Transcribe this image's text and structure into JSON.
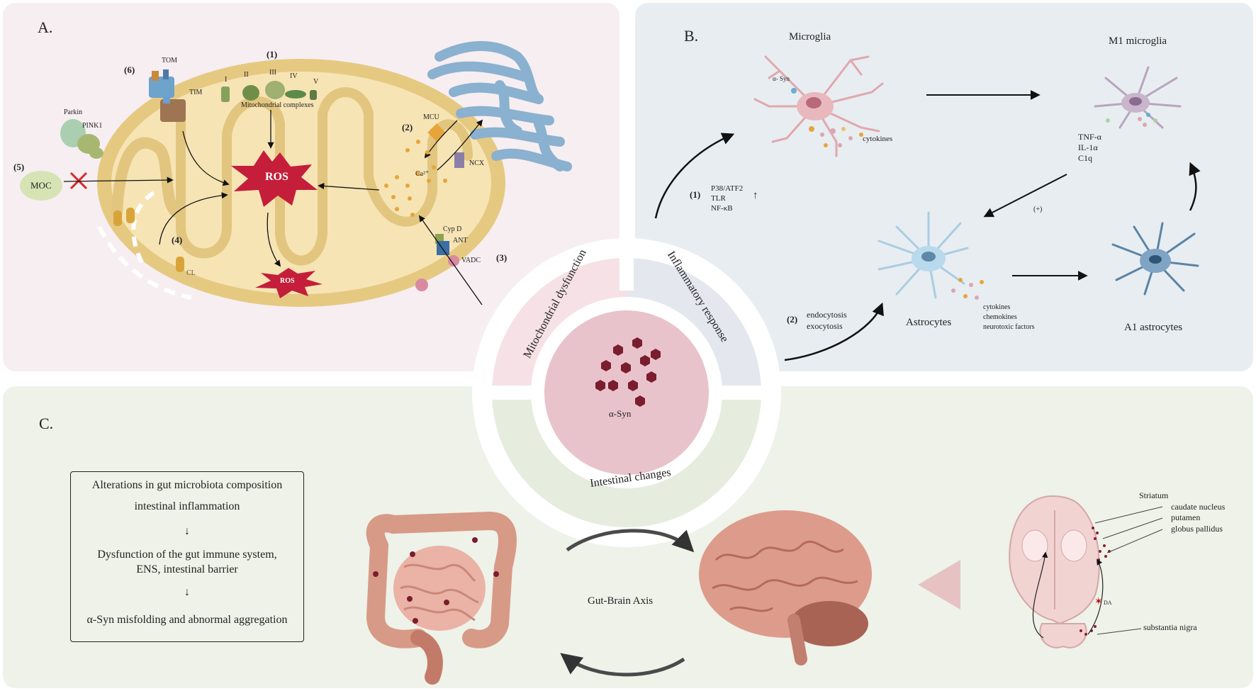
{
  "panels": {
    "a": {
      "label": "A.",
      "steps": {
        "s1": "(1)",
        "s2": "(2)",
        "s3": "(3)",
        "s4": "(4)",
        "s5": "(5)",
        "s6": "(6)"
      },
      "complexes": [
        "I",
        "II",
        "III",
        "IV",
        "V"
      ],
      "complexes_label": "Mitochondrial complexes",
      "tom": "TOM",
      "tim": "TIM",
      "parkin": "Parkin",
      "pink1": "PINK1",
      "moc": "MOC",
      "ros_main": "ROS",
      "ros_lower": "ROS",
      "mcu": "MCU",
      "ncx": "NCX",
      "ca": "Ca²⁺",
      "cypd": "Cyp D",
      "ant": "ANT",
      "vadc": "VADC",
      "cl": "CL"
    },
    "b": {
      "label": "B.",
      "microglia": "Microglia",
      "asyn_small": "α- Syn",
      "cytokines": "cytokines",
      "m1": "M1 microglia",
      "m1_factors": [
        "TNF-α",
        "IL-1α",
        "C1q"
      ],
      "step1": "(1)",
      "pathway": [
        "P38/ATF2",
        "TLR",
        "NF-κB"
      ],
      "up_arrow": "↑",
      "plus": "(+)",
      "step2": "(2)",
      "endo": [
        "endocytosis",
        "exocytosis"
      ],
      "astrocytes": "Astrocytes",
      "astro_factors": [
        "cytokines",
        "chemokines",
        "neurotoxic factors"
      ],
      "a1": "A1 astrocytes"
    },
    "c": {
      "label": "C.",
      "box": [
        "Alterations in gut microbiota composition",
        "intestinal inflammation",
        "↓",
        "Dysfunction of the gut immune system,",
        "ENS, intestinal barrier",
        "↓",
        "α-Syn misfolding and abnormal aggregation"
      ],
      "axis": "Gut-Brain Axis",
      "striatum": "Striatum",
      "caudate": "caudate nucleus",
      "putamen": "putamen",
      "globus": "globus pallidus",
      "da": "DA",
      "sn": "substantia nigra"
    }
  },
  "center": {
    "asyn": "α-Syn",
    "ring_mito": "Mitochondrial dysfunction",
    "ring_inflam": "Inflammatory response",
    "ring_intest": "Intestinal changes"
  }
}
